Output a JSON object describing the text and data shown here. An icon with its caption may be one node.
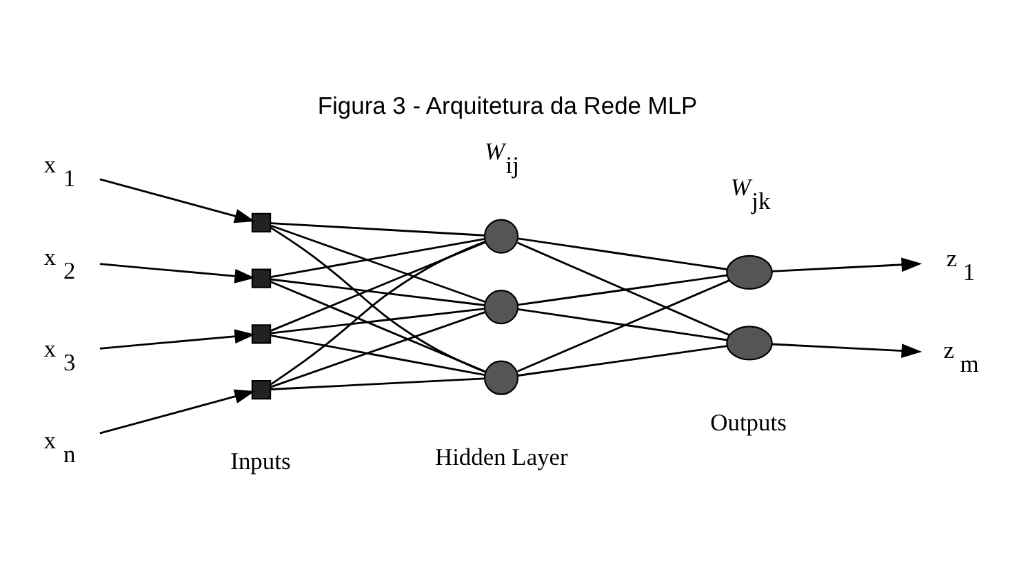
{
  "diagram": {
    "title": "Figura 3 - Arquitetura da Rede MLP",
    "nodes": [
      {
        "text": [
          "x $_{1}$"
        ]
      },
      {
        "text": [
          "x $_{2}$"
        ]
      },
      {
        "text": [
          "x $_{3}$"
        ]
      },
      {
        "text": [
          "x $_{n}$"
        ]
      },
      {
        "text": [],
        "shape": "box"
      },
      {
        "text": [],
        "shape": "box"
      },
      {
        "text": [],
        "shape": "box"
      },
      {
        "text": [],
        "shape": "box"
      },
      {
        "text": [],
        "shape": "circle"
      },
      {
        "text": [],
        "shape": "circle"
      },
      {
        "text": [],
        "shape": "circle"
      },
      {
        "text": [],
        "shape": "ellipse"
      },
      {
        "text": [],
        "shape": "ellipse"
      },
      {
        "text": [
          "z $_{1}$"
        ]
      },
      {
        "text": [
          "z $_{m}$"
        ]
      }
    ],
    "edges": [
      {
        "from": 0,
        "to": 4,
        "arrow": "to"
      },
      {
        "from": 1,
        "to": 5,
        "arrow": "to"
      },
      {
        "from": 2,
        "to": 6,
        "arrow": "to"
      },
      {
        "from": 3,
        "to": 7,
        "arrow": "to"
      },
      {
        "from": 4,
        "to": 8,
        "arrow": "none"
      },
      {
        "from": 4,
        "to": 9,
        "arrow": "none"
      },
      {
        "from": 4,
        "to": 10,
        "arrow": "none"
      },
      {
        "from": 5,
        "to": 8,
        "arrow": "none"
      },
      {
        "from": 5,
        "to": 9,
        "arrow": "none"
      },
      {
        "from": 5,
        "to": 10,
        "arrow": "none"
      },
      {
        "from": 6,
        "to": 8,
        "arrow": "none"
      },
      {
        "from": 6,
        "to": 9,
        "arrow": "none"
      },
      {
        "from": 6,
        "to": 10,
        "arrow": "none"
      },
      {
        "from": 7,
        "to": 8,
        "arrow": "none"
      },
      {
        "from": 7,
        "to": 9,
        "arrow": "none"
      },
      {
        "from": 7,
        "to": 10,
        "arrow": "none"
      },
      {
        "from": 8,
        "to": 11,
        "arrow": "none"
      },
      {
        "from": 8,
        "to": 12,
        "arrow": "none"
      },
      {
        "from": 9,
        "to": 11,
        "arrow": "none"
      },
      {
        "from": 9,
        "to": 12,
        "arrow": "none"
      },
      {
        "from": 10,
        "to": 11,
        "arrow": "none"
      },
      {
        "from": 10,
        "to": 12,
        "arrow": "none"
      },
      {
        "from": 11,
        "to": 13,
        "arrow": "to"
      },
      {
        "from": 12,
        "to": 14,
        "arrow": "to"
      }
    ],
    "labels": [
      "*W*$_{ij}$",
      "*W*$_{jk}$",
      "Inputs",
      "Hidden Layer",
      "Outputs"
    ]
  }
}
